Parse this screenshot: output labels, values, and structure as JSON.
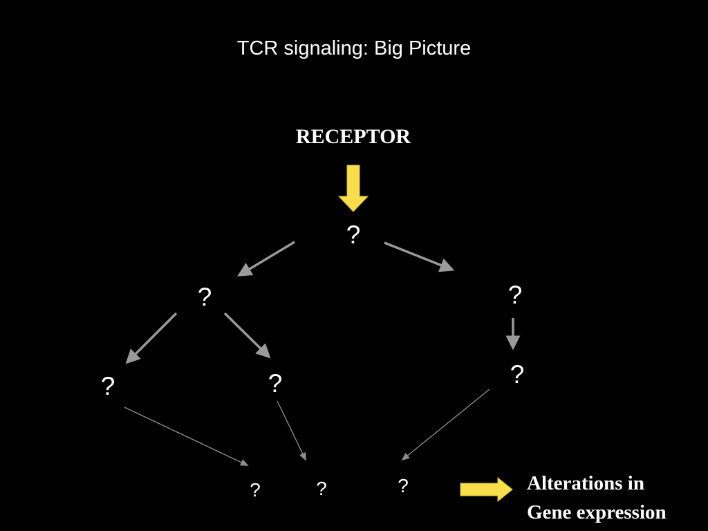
{
  "slide": {
    "title": "TCR signaling: Big Picture",
    "receptor_label": "RECEPTOR",
    "nodes": {
      "top": "?",
      "mid_left": "?",
      "mid_right": "?",
      "left_a": "?",
      "left_b": "?",
      "right_b": "?",
      "bottom_1": "?",
      "bottom_2": "?",
      "bottom_3": "?"
    },
    "outcome": {
      "line1": "Alterations in",
      "line2": "Gene expression"
    }
  },
  "colors": {
    "background": "#000000",
    "text": "#ffffff",
    "highlight_arrow": "#f7de4a",
    "thick_arrow": "#9a9a9a",
    "thin_arrow": "#8c8c8c"
  }
}
